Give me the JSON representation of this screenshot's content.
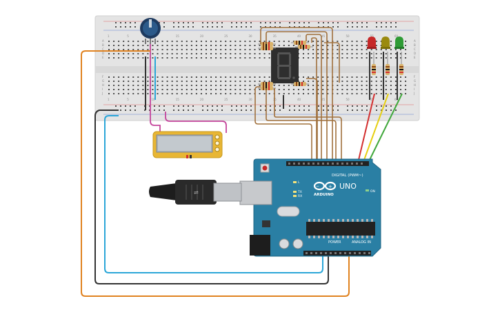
{
  "breadboard": {
    "col_numbers": [
      "1",
      "5",
      "10",
      "15",
      "20",
      "25",
      "30",
      "35",
      "40",
      "45",
      "50",
      "55",
      "60"
    ],
    "row_letters_top": [
      "A",
      "B",
      "C",
      "D",
      "E"
    ],
    "row_letters_bottom": [
      "F",
      "G",
      "H",
      "I",
      "J"
    ]
  },
  "arduino": {
    "brand": "ARDUINO",
    "model": "UNO",
    "digital_label": "DIGITAL (PWM~)",
    "power_label": "POWER",
    "analog_label": "ANALOG IN",
    "on_label": "ON",
    "tx_label": "TX",
    "rx_label": "RX",
    "l_label": "L"
  },
  "colors": {
    "wire_orange": "#e0821f",
    "wire_blue": "#2aa6d8",
    "wire_black": "#333333",
    "wire_magenta": "#c4449b",
    "wire_brown": "#a0703c",
    "wire_red": "#d32f2f",
    "wire_yellow": "#e6cf12",
    "wire_green": "#41a83c",
    "board_teal": "#2a7fa4",
    "lcd_yellow": "#e8b634"
  }
}
